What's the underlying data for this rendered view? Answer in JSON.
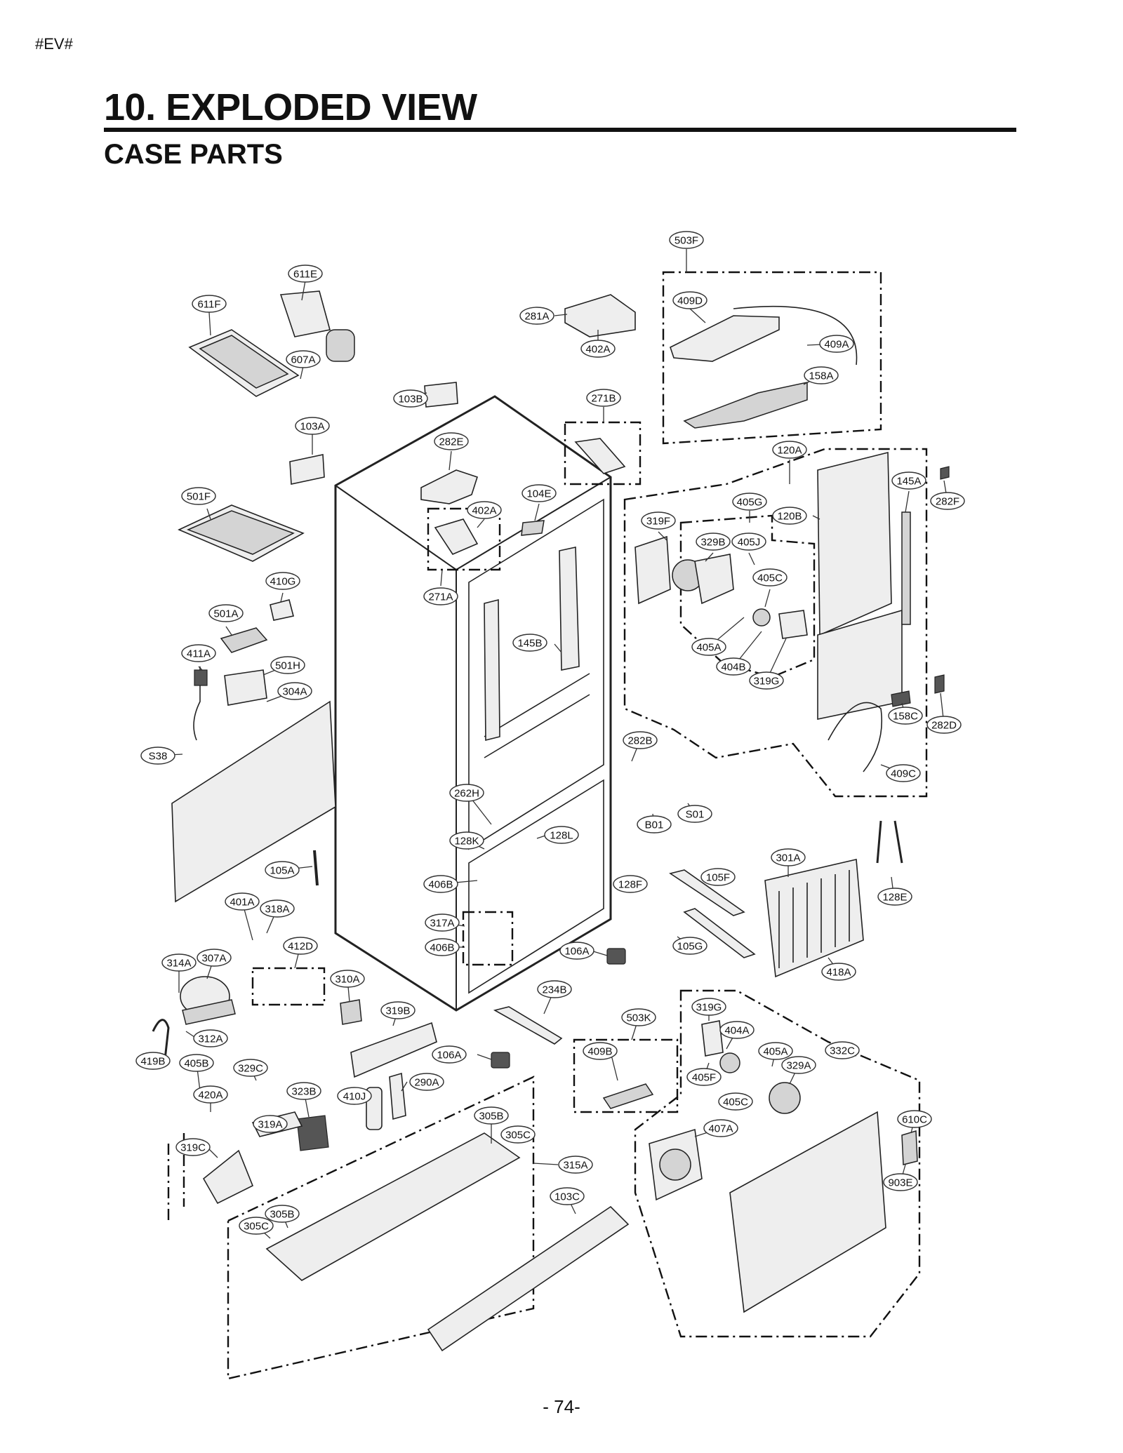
{
  "page": {
    "tag": "#EV#",
    "title": "10. EXPLODED VIEW",
    "subtitle": "CASE PARTS",
    "page_number": "- 74-"
  },
  "callouts": [
    "611E",
    "611F",
    "607A",
    "103B",
    "103A",
    "281A",
    "402A",
    "503F",
    "409D",
    "409A",
    "158A",
    "271B",
    "120A",
    "282F",
    "145A",
    "282E",
    "501F",
    "104E",
    "402A",
    "405G",
    "120B",
    "319F",
    "329B",
    "405J",
    "271A",
    "410G",
    "405C",
    "501A",
    "145B",
    "411A",
    "501H",
    "405A",
    "404B",
    "319G",
    "304A",
    "158C",
    "282D",
    "S38",
    "282B",
    "409C",
    "262H",
    "S01",
    "B01",
    "128L",
    "128K",
    "301A",
    "105F",
    "105A",
    "406B",
    "128E",
    "401A",
    "318A",
    "317A",
    "128F",
    "406B",
    "105G",
    "106A",
    "412D",
    "307A",
    "314A",
    "310A",
    "418A",
    "234B",
    "319B",
    "503K",
    "319G",
    "404A",
    "312A",
    "106A",
    "409B",
    "405A",
    "332C",
    "419B",
    "405B",
    "329C",
    "405F",
    "329A",
    "290A",
    "420A",
    "323B",
    "410J",
    "405C",
    "305B",
    "610C",
    "407A",
    "319A",
    "305C",
    "319C",
    "315A",
    "903E",
    "103C",
    "305B",
    "305C"
  ]
}
